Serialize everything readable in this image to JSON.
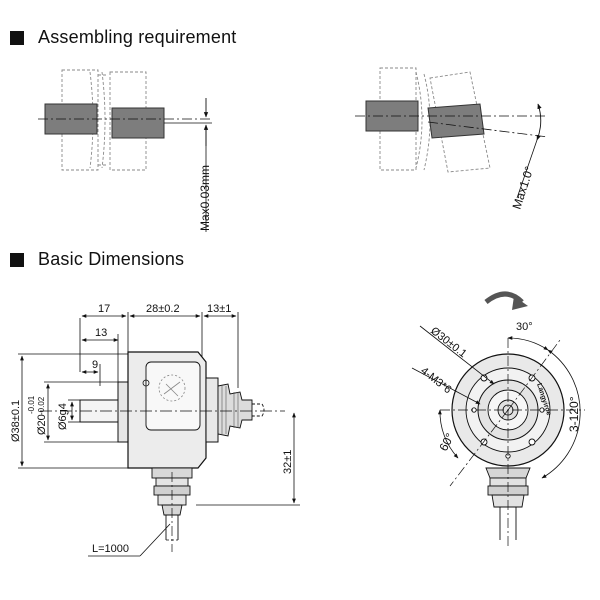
{
  "sections": {
    "assembling_title": "Assembling requirement",
    "dimensions_title": "Basic Dimensions"
  },
  "assembling": {
    "parallel_offset_label": "Max0.03mm",
    "angular_offset_label": "Max1.0°"
  },
  "side_view": {
    "dim_17": "17",
    "dim_28": "28±0.2",
    "dim_13_right": "13±1",
    "dim_13": "13",
    "dim_9": "9",
    "dia_38": "Ø38±0.1",
    "dia_20_main": "Ø20",
    "dia_20_tol_upper": "-0.01",
    "dia_20_tol_lower": "-0.02",
    "dia_6": "Ø6g4",
    "dim_32": "32±1",
    "cable_length": "L=1000"
  },
  "front_view": {
    "angle_30": "30°",
    "dia_30": "Ø30±0.1",
    "thread_spec": "4-M3*6",
    "angle_60": "60°",
    "angle_3x120": "3-120°",
    "brand_text": "Langyiroe"
  }
}
